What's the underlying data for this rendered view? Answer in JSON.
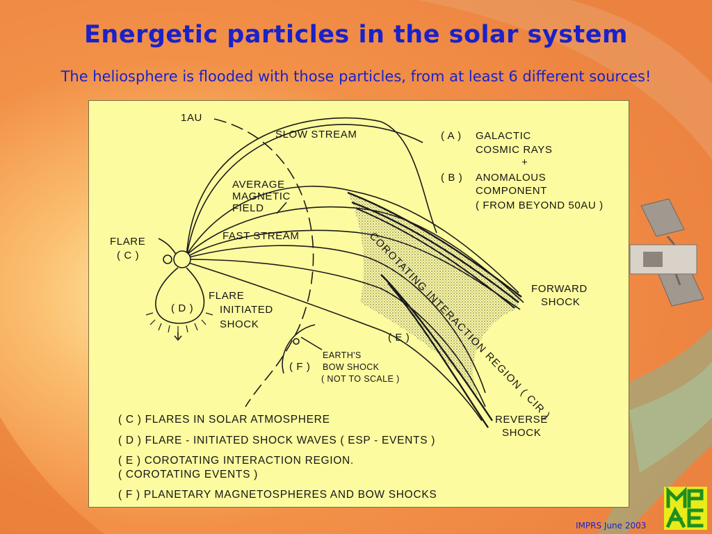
{
  "slide": {
    "title": "Energetic particles in the solar system",
    "subtitle": "The heliosphere is flooded  with those particles, from at least 6 different sources!",
    "footer": "IMPRS June 2003",
    "logo_text": "MPAE",
    "colors": {
      "title": "#1a22c8",
      "background": "#f08a3c",
      "diagram_bg": "#fdfb9f",
      "logo_bg": "#e9ec1a"
    }
  },
  "diagram": {
    "labels": {
      "au": "1AU",
      "slow_stream": "SLOW STREAM",
      "average_field_1": "AVERAGE",
      "average_field_2": "MAGNETIC",
      "average_field_3": "FIELD",
      "fast_stream": "FAST STREAM",
      "flare": "FLARE",
      "flare_c": "( C )",
      "flare_d": "( D )",
      "flare_shock_1": "FLARE",
      "flare_shock_2": "INITIATED",
      "flare_shock_3": "SHOCK",
      "cir": "COROTATING INTERACTION REGION ( CIR )",
      "source_a_tag": "( A )",
      "source_a_1": "GALACTIC",
      "source_a_2": "COSMIC RAYS",
      "plus": "+",
      "source_b_tag": "( B )",
      "source_b_1": "ANOMALOUS",
      "source_b_2": "COMPONENT",
      "source_b_3": "( FROM  BEYOND 50AU )",
      "forward_1": "FORWARD",
      "forward_2": "SHOCK",
      "reverse_1": "REVERSE",
      "reverse_2": "SHOCK",
      "e_tag": "( E )",
      "f_tag": "( F )",
      "earth_1": "EARTH'S",
      "earth_2": "BOW SHOCK",
      "earth_3": "( NOT TO SCALE )"
    },
    "legend": [
      "( C )  FLARES IN SOLAR ATMOSPHERE",
      "( D )  FLARE - INITIATED SHOCK WAVES ( ESP - EVENTS )",
      "( E )  COROTATING INTERACTION REGION.",
      "         ( COROTATING  EVENTS )",
      "( F )  PLANETARY MAGNETOSPHERES AND BOW SHOCKS"
    ]
  }
}
